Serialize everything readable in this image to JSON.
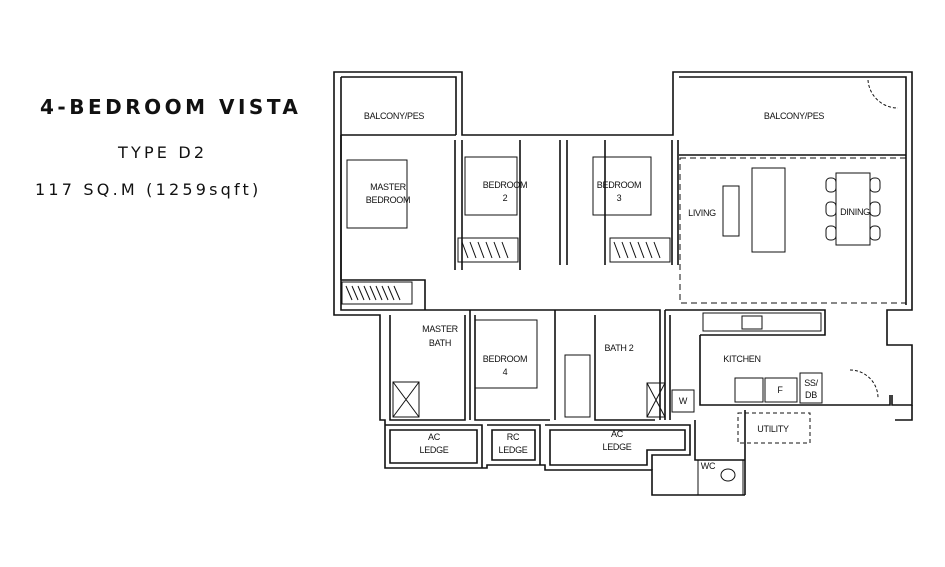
{
  "title": {
    "name": "4-BEDROOM VISTA",
    "type": "TYPE D2",
    "area": "117 SQ.M (1259sqft)"
  },
  "rooms": {
    "balcony_left": "BALCONY/PES",
    "balcony_right": "BALCONY/PES",
    "master_bedroom_1": "MASTER",
    "master_bedroom_2": "BEDROOM",
    "bedroom2_1": "BEDROOM",
    "bedroom2_2": "2",
    "bedroom3_1": "BEDROOM",
    "bedroom3_2": "3",
    "living": "LIVING",
    "dining": "DINING",
    "master_bath_1": "MASTER",
    "master_bath_2": "BATH",
    "bedroom4_1": "BEDROOM",
    "bedroom4_2": "4",
    "bath2": "BATH 2",
    "kitchen": "KITCHEN",
    "fridge": "F",
    "db_1": "SS/",
    "db_2": "DB",
    "washer": "W",
    "utility": "UTILITY",
    "ac_ledge_1_1": "AC",
    "ac_ledge_1_2": "LEDGE",
    "rc_ledge_1": "RC",
    "rc_ledge_2": "LEDGE",
    "ac_ledge_2_1": "AC",
    "ac_ledge_2_2": "LEDGE",
    "wc": "WC"
  }
}
